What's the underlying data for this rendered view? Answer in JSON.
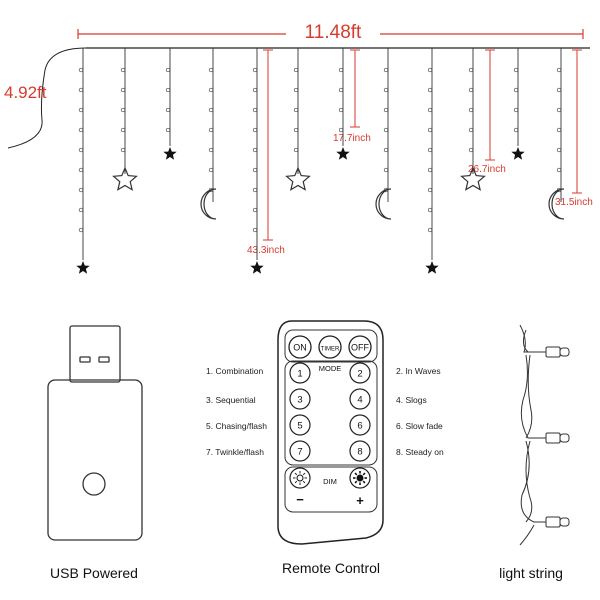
{
  "dimensions": {
    "width": "11.48ft",
    "height": "4.92ft",
    "drop_a": "17.7inch",
    "drop_b": "26.7inch",
    "drop_c": "31.5inch",
    "drop_d": "43.3inch"
  },
  "remote": {
    "on": "ON",
    "timer": "TIMER",
    "off": "OFF",
    "mode": "MODE",
    "dim": "DIM",
    "minus": "−",
    "plus": "+",
    "keys": [
      "1",
      "2",
      "3",
      "4",
      "5",
      "6",
      "7",
      "8"
    ]
  },
  "modes": {
    "left": [
      "1.  Combination",
      "3.  Sequential",
      "5.  Chasing/flash",
      "7.  Twinkle/flash"
    ],
    "right": [
      "2.  In Waves",
      "4.  Slogs",
      "6.  Slow fade",
      "8.  Steady on"
    ]
  },
  "captions": {
    "usb": "USB Powered",
    "remote": "Remote Control",
    "string": "light string"
  },
  "colors": {
    "dimension_red": "#d83a2e",
    "line": "#333333"
  },
  "icons": [
    "star-icon",
    "moon-icon",
    "usb-plug-icon",
    "sun-icon",
    "led-bulb-icon"
  ]
}
